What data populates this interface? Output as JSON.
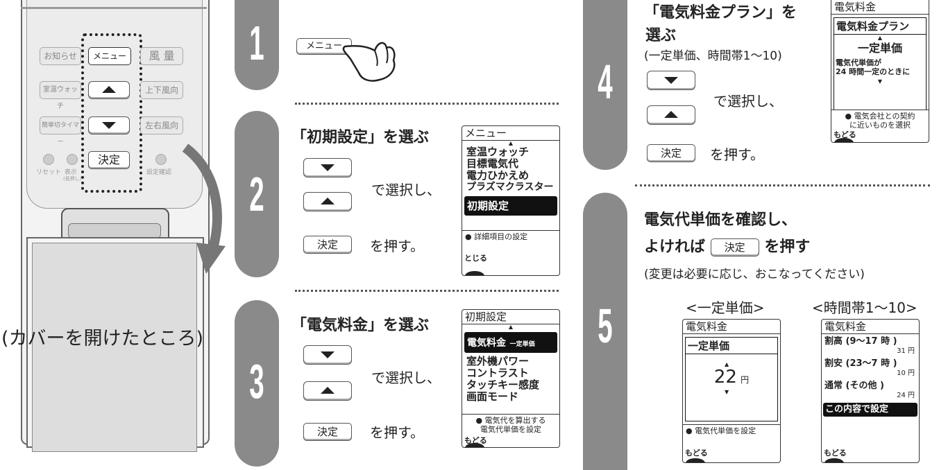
{
  "remote": {
    "buttons": {
      "oshirase": "お知らせ",
      "menu": "メニュー",
      "furyou": "風 量",
      "shitsuon": "室温ウォッチ",
      "joge": "上下風向",
      "kantan": "簡単切タイマー",
      "sayu": "左右風向",
      "kettei": "決定"
    },
    "reset_label": "リセット",
    "hyoji_label": "表示",
    "hyoji_sub": "(長押し)",
    "settei_label": "設定確認",
    "caption": "(カバーを開けたところ)"
  },
  "steps": {
    "s1": {
      "number": "1",
      "menu_btn": "メニュー"
    },
    "s2": {
      "number": "2",
      "heading": "「初期設定」を選ぶ",
      "select_text": "で選択し、",
      "kettei": "決定",
      "press_text": "を押す。",
      "lcd": {
        "title": "メニュー",
        "items": [
          "室温ウォッチ",
          "目標電気代",
          "電力ひかえめ",
          "プラズマクラスター"
        ],
        "selected": "初期設定",
        "info": "詳細項目の設定",
        "back": "とじる"
      }
    },
    "s3": {
      "number": "3",
      "heading": "「電気料金」を選ぶ",
      "select_text": "で選択し、",
      "kettei": "決定",
      "press_text": "を押す。",
      "lcd": {
        "title": "初期設定",
        "selected": "電気料金",
        "selected_sub": "一定単価",
        "items": [
          "室外機パワー",
          "コントラスト",
          "タッチキー感度",
          "画面モード"
        ],
        "info1": "電気代を算出する",
        "info2": "電気代単価を設定",
        "back": "もどる"
      }
    },
    "s4": {
      "number": "4",
      "heading1": "「電気料金プラン」を",
      "heading2": "選ぶ",
      "sub": "(一定単価、時間帯1〜10)",
      "select_text": "で選択し、",
      "kettei": "決定",
      "press_text": "を押す。",
      "lcd": {
        "title": "電気料金",
        "selected": "電気料金プラン",
        "value": "一定単価",
        "desc1": "電気代単価が",
        "desc2": "24 時間一定のときに",
        "info1": "電気会社との契約",
        "info2": "に近いものを選択",
        "back": "もどる"
      }
    },
    "s5": {
      "number": "5",
      "heading1": "電気代単価を確認し、",
      "heading2_pre": "よければ",
      "kettei": "決定",
      "heading2_post": "を押す",
      "sub": "(変更は必要に応じ、おこなってください)",
      "label_left": "<一定単価>",
      "label_right": "<時間帯1〜10>",
      "lcd_left": {
        "title": "電気料金",
        "selected": "一定単価",
        "value": "22",
        "unit": "円",
        "info": "電気代単価を設定",
        "back": "もどる"
      },
      "lcd_right": {
        "title": "電気料金",
        "r1": "割高 (9〜17 時 )",
        "r1v": "31 円",
        "r2": "割安 (23〜7 時 )",
        "r2v": "10 円",
        "r3": "通常 (その他 )",
        "r3v": "24 円",
        "confirm": "この内容で設定",
        "back": "もどる"
      }
    }
  }
}
